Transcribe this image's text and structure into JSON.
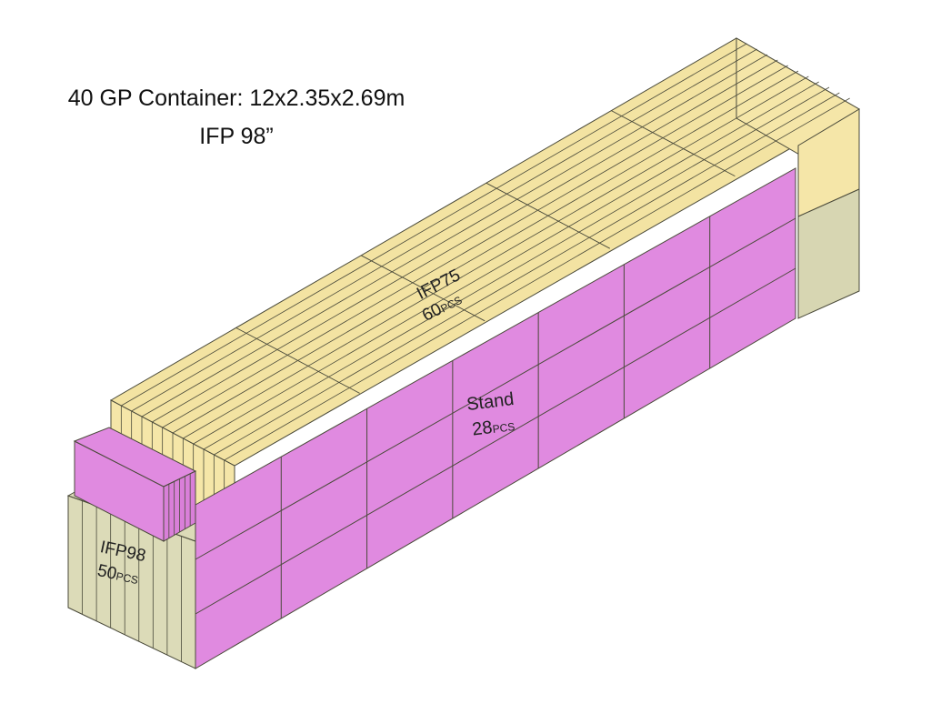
{
  "title": {
    "line1": "40 GP Container: 12x2.35x2.69m",
    "line2": "IFP 98”"
  },
  "colors": {
    "ifp75": "#f5e6a8",
    "ifp75_top": "#f3e3a2",
    "ifp98": "#dcdbb8",
    "ifp98_side": "#d7d6b2",
    "stand": "#e08ae0",
    "stand_side": "#d97fd9",
    "line": "#4a4a3a"
  },
  "loads": {
    "ifp75": {
      "name": "IFP75",
      "count": "60",
      "unit": "PCS"
    },
    "stand": {
      "name": "Stand",
      "count": "28",
      "unit": "PCS"
    },
    "ifp98": {
      "name": "IFP98",
      "count": "50",
      "unit": "PCS"
    }
  }
}
